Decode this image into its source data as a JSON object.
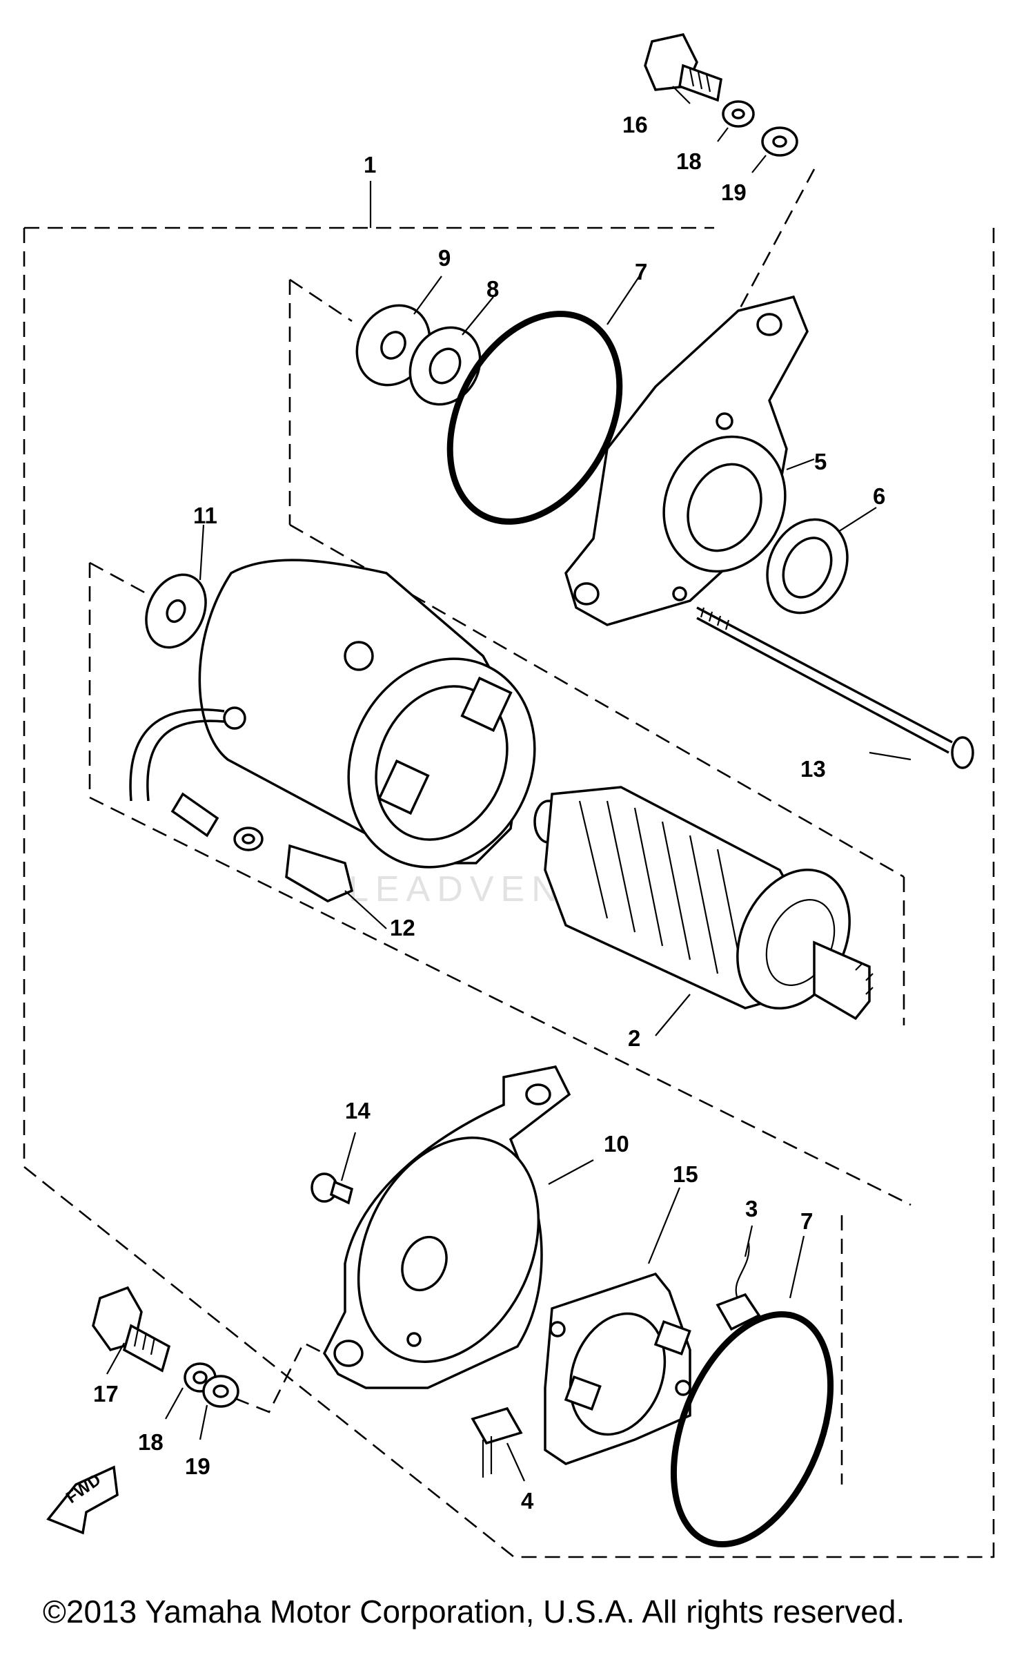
{
  "callouts": {
    "c1": "1",
    "c2": "2",
    "c3": "3",
    "c4": "4",
    "c5": "5",
    "c6": "6",
    "c7a": "7",
    "c7b": "7",
    "c8": "8",
    "c9": "9",
    "c10": "10",
    "c11": "11",
    "c12": "12",
    "c13": "13",
    "c14": "14",
    "c15": "15",
    "c16": "16",
    "c17": "17",
    "c18a": "18",
    "c18b": "18",
    "c19a": "19",
    "c19b": "19"
  },
  "fwd_label": "FWD",
  "watermark": "LEADVENTURE",
  "copyright": "©2013 Yamaha Motor Corporation, U.S.A. All rights reserved."
}
